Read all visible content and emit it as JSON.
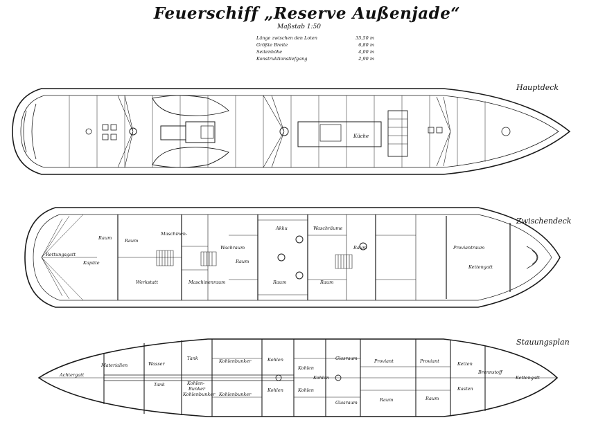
{
  "title": "Feuerschiff „Reserve Außenjade“",
  "scale": "Maßstab 1:50",
  "dimensions": [
    {
      "label": "Länge zwischen den Loten",
      "value": "35,50 m"
    },
    {
      "label": "Größte Breite",
      "value": "6,80 m"
    },
    {
      "label": "Seitenhöhe",
      "value": "4,00 m"
    },
    {
      "label": "Konstruktionstiefgang",
      "value": "2,90 m"
    }
  ],
  "decks": {
    "hauptdeck": {
      "label": "Hauptdeck",
      "rooms": [
        "Küche"
      ]
    },
    "zwischendeck": {
      "label": "Zwischendeck",
      "rooms": [
        "Akku",
        "Waschräume",
        "Wachraum",
        "Raum",
        "Raum",
        "Maschinen-",
        "Raum",
        "Raum",
        "Raum",
        "Raum",
        "Kapüte",
        "Proviantraum",
        "Kettengatt",
        "Rettungsgatt",
        "Werkstatt",
        "Maschinenraum"
      ]
    },
    "stauungsplan": {
      "label": "Stauungsplan",
      "rooms": [
        "Achtergatt",
        "Materialien",
        "Wasser",
        "Tank",
        "Tank",
        "Kohlenbunker",
        "Kohlenbunker",
        "Kohlenbunker",
        "Kohlen-",
        "Bunker",
        "Kohlen",
        "Kohlen",
        "Kohlen",
        "Kohlen",
        "Kohlen",
        "Glasraum",
        "Glasraum",
        "Proviant",
        "Proviant",
        "Raum",
        "Raum",
        "Ketten",
        "Kasten",
        "Brennstoff",
        "Kettengatt"
      ]
    }
  }
}
